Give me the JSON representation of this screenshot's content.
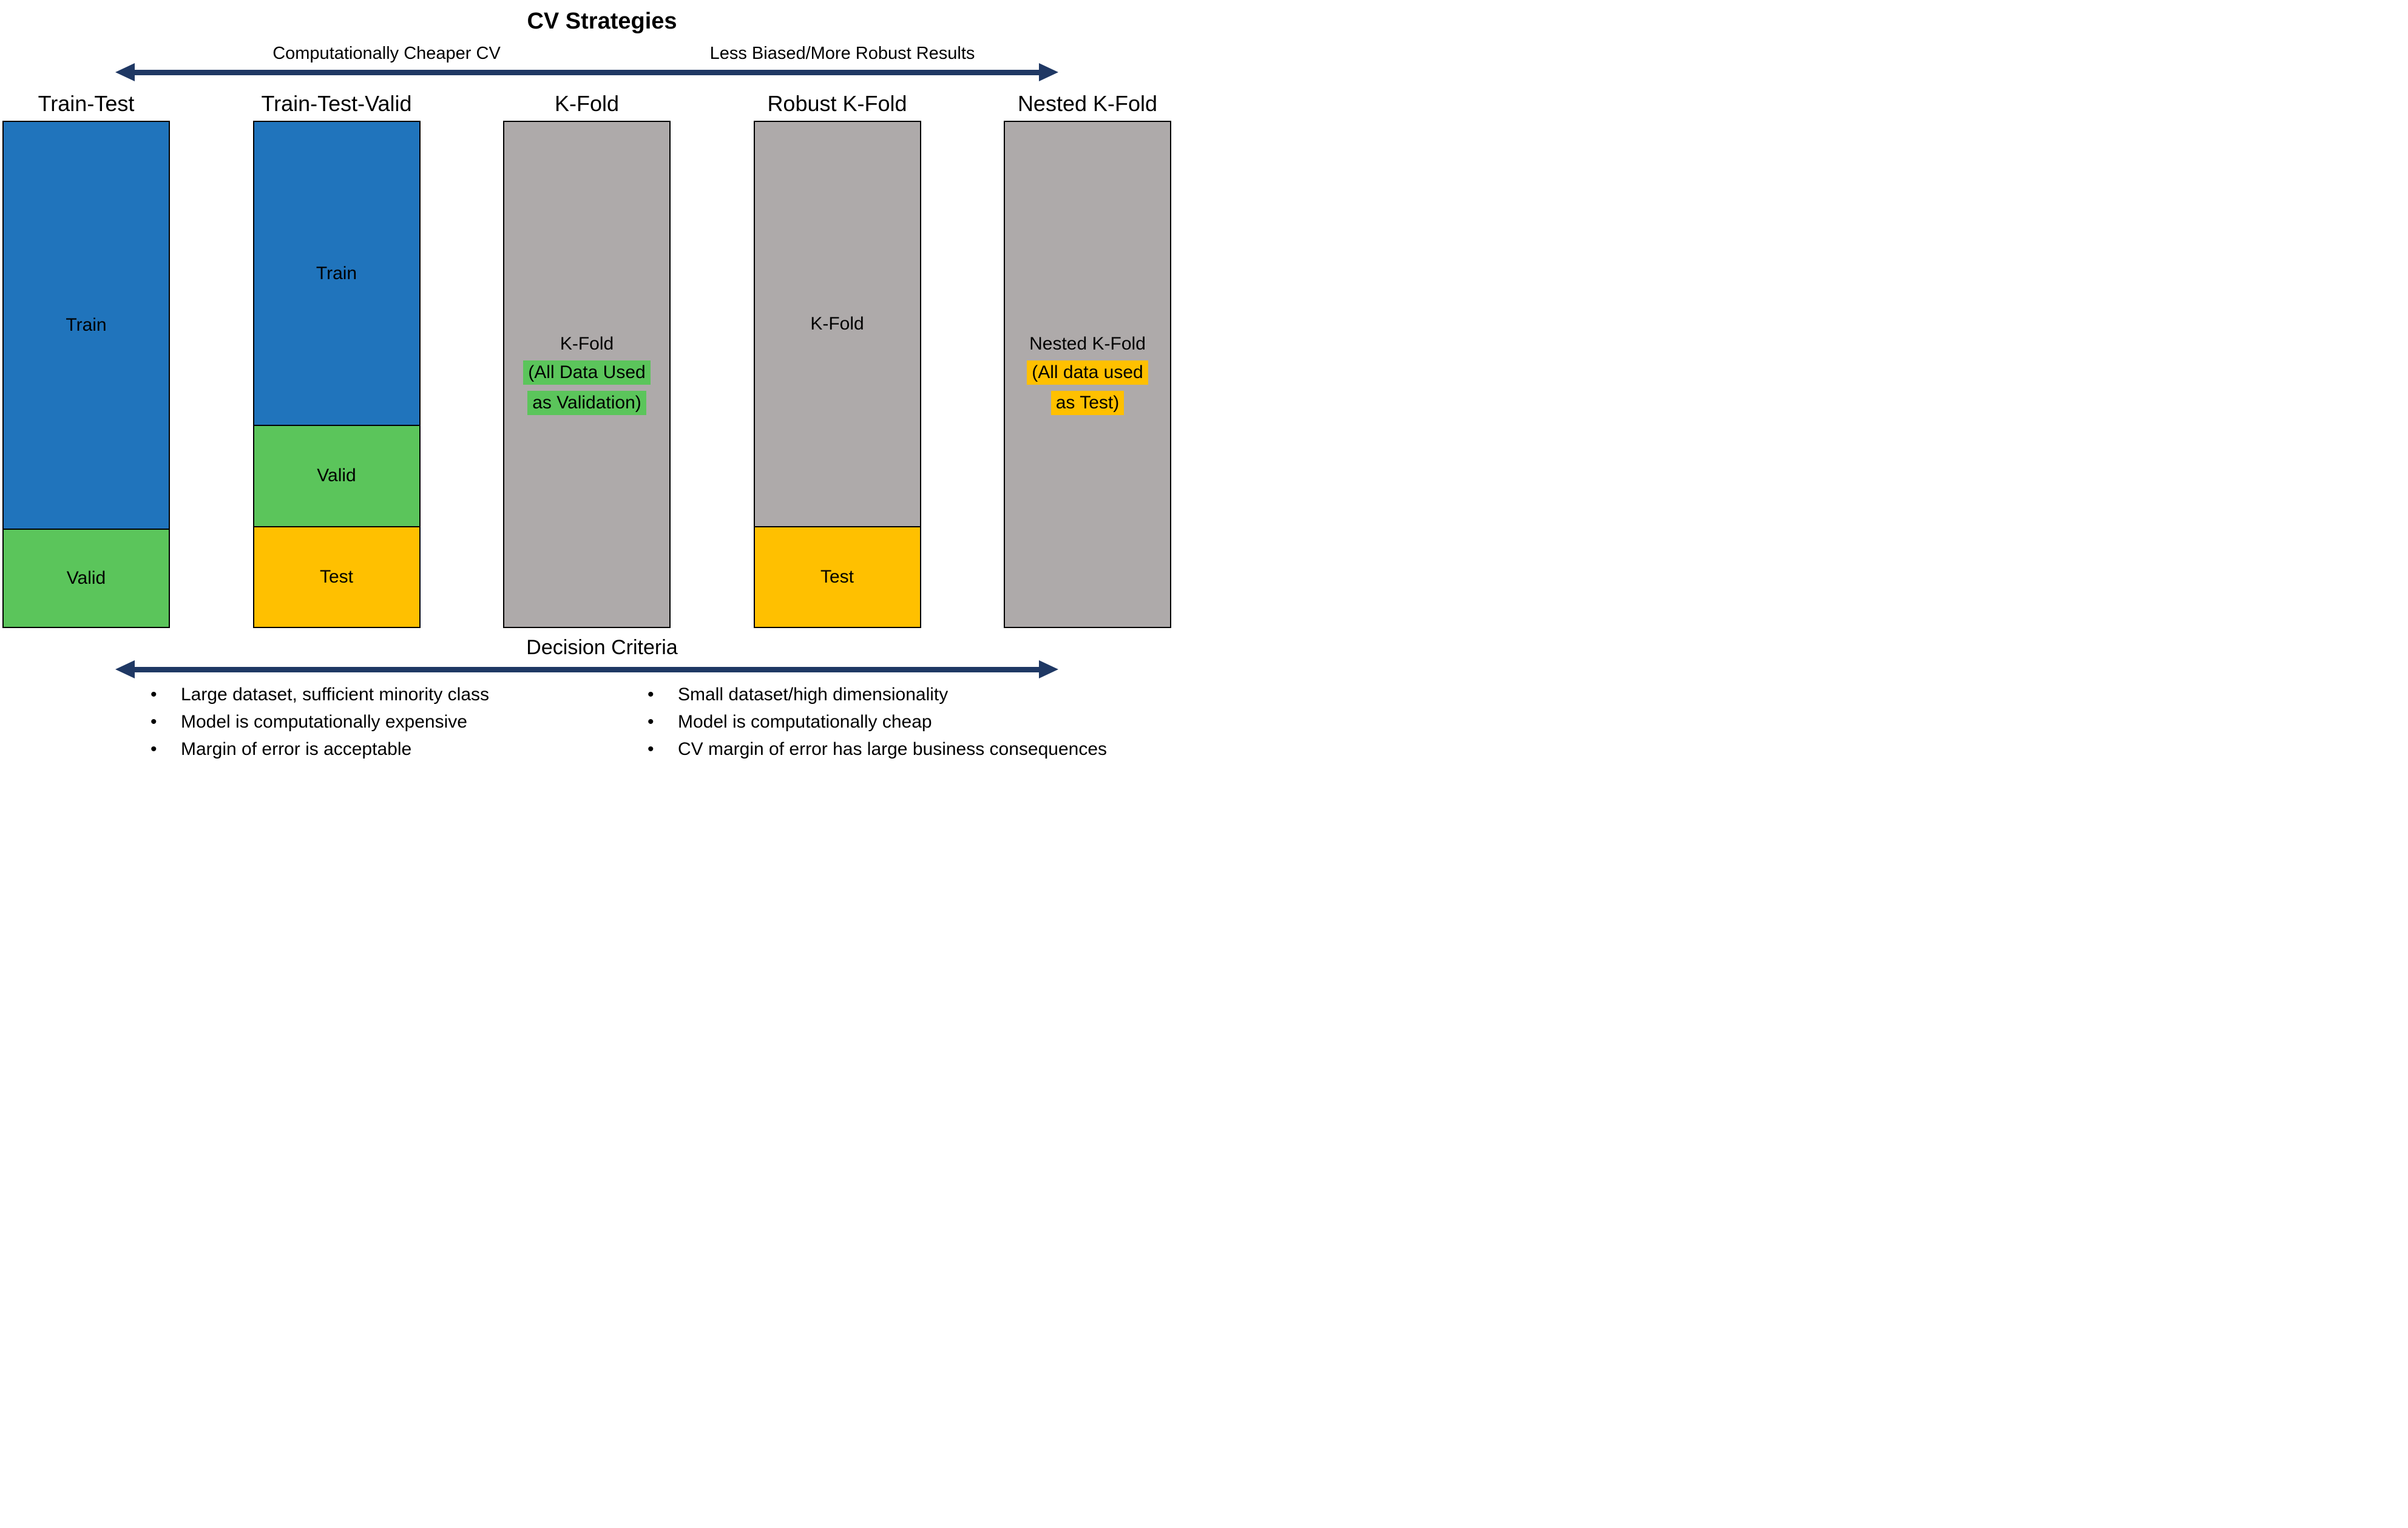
{
  "title": "CV Strategies",
  "axis": {
    "left_label": "Computationally Cheaper CV",
    "right_label": "Less Biased/More Robust Results"
  },
  "colors": {
    "blue": "#2074BC",
    "green": "#5BC55B",
    "orange": "#FFC000",
    "gray": "#AEAAAA",
    "arrow": "#1F3864"
  },
  "columns": [
    {
      "title": "Train-Test",
      "segments": [
        {
          "label": "Train",
          "color": "blue",
          "height_pct": 80.5
        },
        {
          "label": "Valid",
          "color": "green",
          "height_pct": 19.5
        }
      ]
    },
    {
      "title": "Train-Test-Valid",
      "segments": [
        {
          "label": "Train",
          "color": "blue",
          "height_pct": 60
        },
        {
          "label": "Valid",
          "color": "green",
          "height_pct": 20
        },
        {
          "label": "Test",
          "color": "orange",
          "height_pct": 20
        }
      ]
    },
    {
      "title": "K-Fold",
      "segments": [
        {
          "label": "",
          "color": "gray",
          "height_pct": 100
        }
      ],
      "overlay": {
        "line1": "K-Fold",
        "line2": "(All Data Used",
        "line3": "as Validation)",
        "highlight": "green"
      }
    },
    {
      "title": "Robust K-Fold",
      "segments": [
        {
          "label": "K-Fold",
          "color": "gray",
          "height_pct": 80
        },
        {
          "label": "Test",
          "color": "orange",
          "height_pct": 20
        }
      ]
    },
    {
      "title": "Nested K-Fold",
      "segments": [
        {
          "label": "",
          "color": "gray",
          "height_pct": 100
        }
      ],
      "overlay": {
        "line1": "Nested K-Fold",
        "line2": "(All data used",
        "line3": "as Test)",
        "highlight": "orange"
      }
    }
  ],
  "decision": {
    "title": "Decision Criteria",
    "left_bullets": [
      "Large dataset, sufficient minority class",
      "Model is computationally expensive",
      "Margin of error is acceptable"
    ],
    "right_bullets": [
      "Small dataset/high dimensionality",
      "Model is computationally cheap",
      "CV margin of error has large business consequences"
    ]
  }
}
